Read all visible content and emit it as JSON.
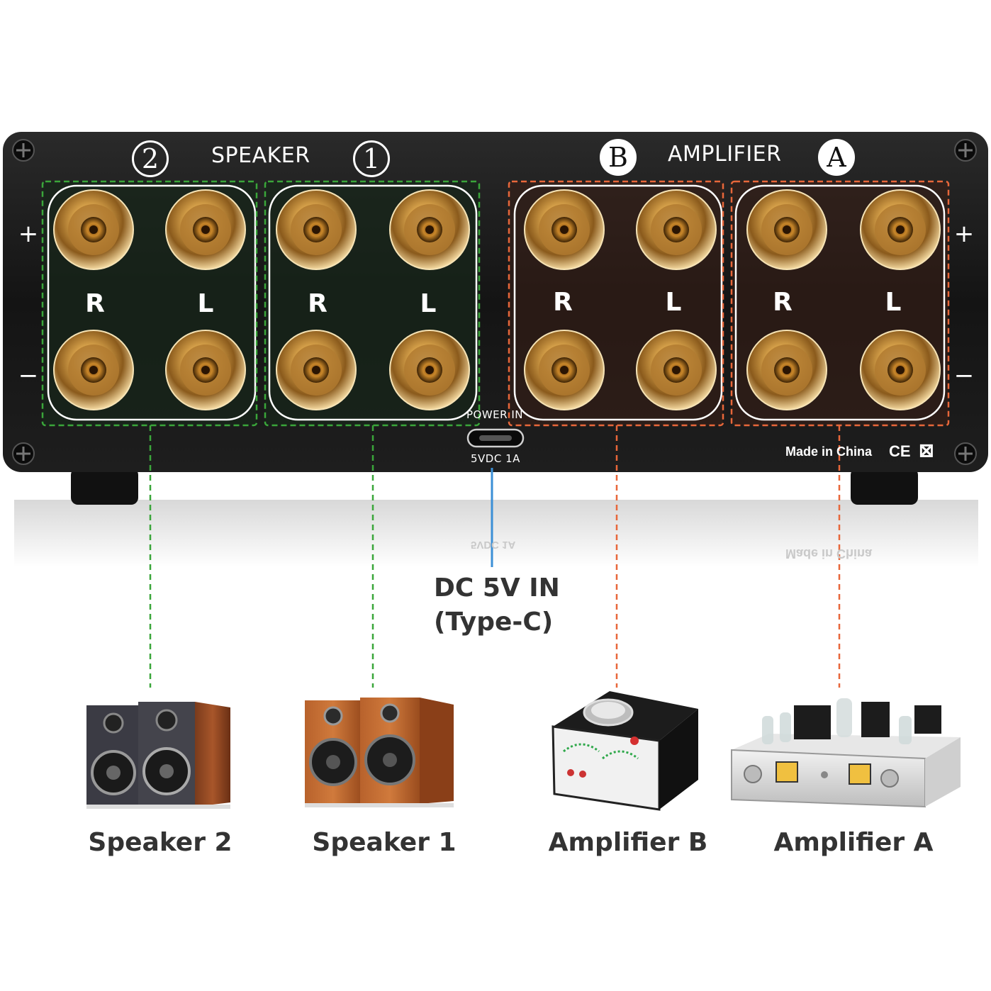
{
  "panel": {
    "speaker_label": "SPEAKER",
    "amplifier_label": "AMPLIFIER",
    "num_2": "2",
    "num_1": "1",
    "num_b": "B",
    "num_a": "A",
    "right": "R",
    "left": "L",
    "plus": "+",
    "minus": "−",
    "power_in": "POWER IN",
    "power_spec": "5VDC 1A",
    "made_in": "Made in China",
    "ce_mark": "CE",
    "weee_mark": "⊠"
  },
  "labels": {
    "dc_line1": "DC 5V IN",
    "dc_line2": "(Type-C)",
    "speaker_2": "Speaker 2",
    "speaker_1": "Speaker 1",
    "amplifier_b": "Amplifier B",
    "amplifier_a": "Amplifier A"
  },
  "colors": {
    "speaker_line": "#3aa63a",
    "amplifier_line": "#e8673a",
    "power_line": "#3b8fd6",
    "panel": "#151515"
  }
}
